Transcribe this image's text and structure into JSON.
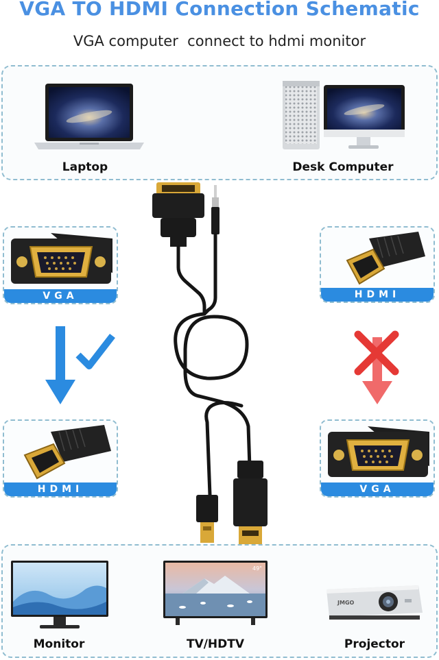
{
  "header": {
    "title": "VGA TO HDMI Connection Schematic",
    "subtitle": "VGA computer  connect to hdmi monitor"
  },
  "sources": {
    "laptop_label": "Laptop",
    "desk_label": "Desk Computer"
  },
  "ports": {
    "left_top": "VGA",
    "left_bottom": "HDMI",
    "right_top": "HDMI",
    "right_bottom": "VGA"
  },
  "displays": {
    "monitor_label": "Monitor",
    "tv_label": "TV/HDTV",
    "projector_label": "Projector",
    "tv_size_text": "49\"",
    "projector_brand": "JMGO"
  },
  "colors": {
    "title": "#4a90e2",
    "accent_blue": "#2b8be0",
    "cross_red": "#e53935"
  }
}
